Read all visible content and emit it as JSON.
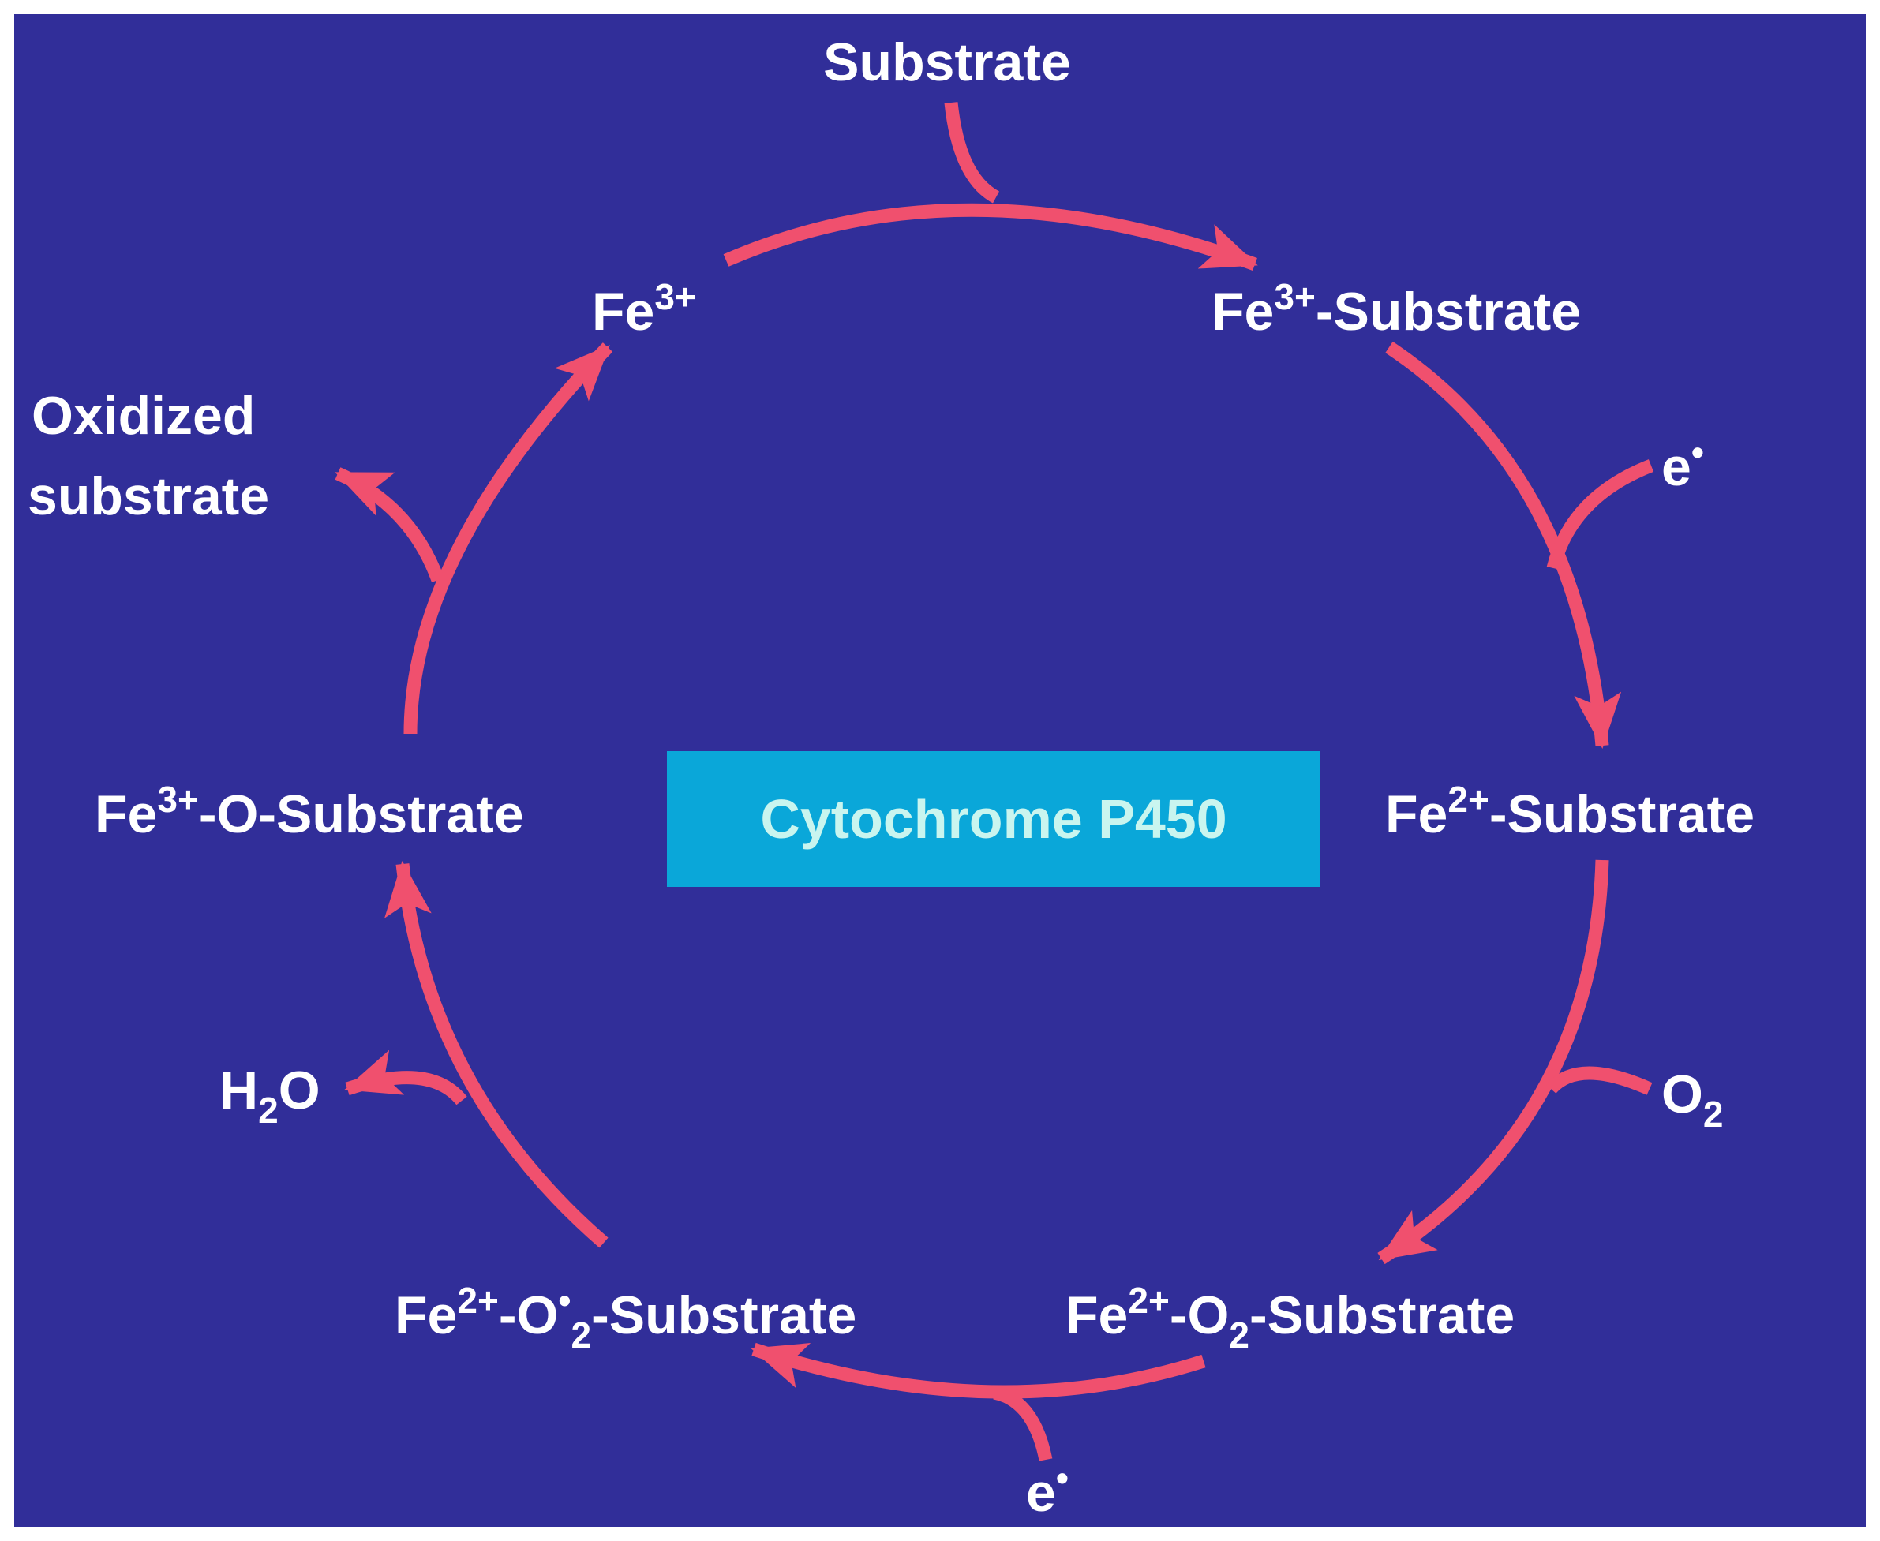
{
  "colors": {
    "background": "#312e99",
    "arrow": "#f0506e",
    "label": "#ffffff",
    "center_box": "#0aa7d9",
    "center_text": "#c9f5ef",
    "frame": "#ffffff"
  },
  "center_label": "Cytochrome P450",
  "states": {
    "fe3": {
      "base": "Fe",
      "sup": "3+",
      "rest": ""
    },
    "fe3_substrate": {
      "base": "Fe",
      "sup": "3+",
      "rest": "-Substrate"
    },
    "fe2_substrate": {
      "base": "Fe",
      "sup": "2+",
      "rest": "-Substrate"
    },
    "fe2_o2_substrate": {
      "base": "Fe",
      "sup": "2+",
      "mid": "-O",
      "sub": "2",
      "rest": "-Substrate"
    },
    "fe2_o2rad_substrate": {
      "base": "Fe",
      "sup": "2+",
      "mid": "-O",
      "sup2": "•",
      "sub": "2",
      "rest": "-Substrate"
    },
    "fe3_o_substrate": {
      "base": "Fe",
      "sup": "3+",
      "rest": "-O-Substrate"
    }
  },
  "inputs": {
    "substrate": "Substrate",
    "electron_1": {
      "base": "e",
      "sup": "•"
    },
    "oxygen": {
      "base": "O",
      "sub": "2"
    },
    "electron_2": {
      "base": "e",
      "sup": "•"
    }
  },
  "outputs": {
    "water": {
      "base": "H",
      "sub": "2",
      "rest": "O"
    },
    "oxidized_line1": "Oxidized",
    "oxidized_line2": "substrate"
  }
}
